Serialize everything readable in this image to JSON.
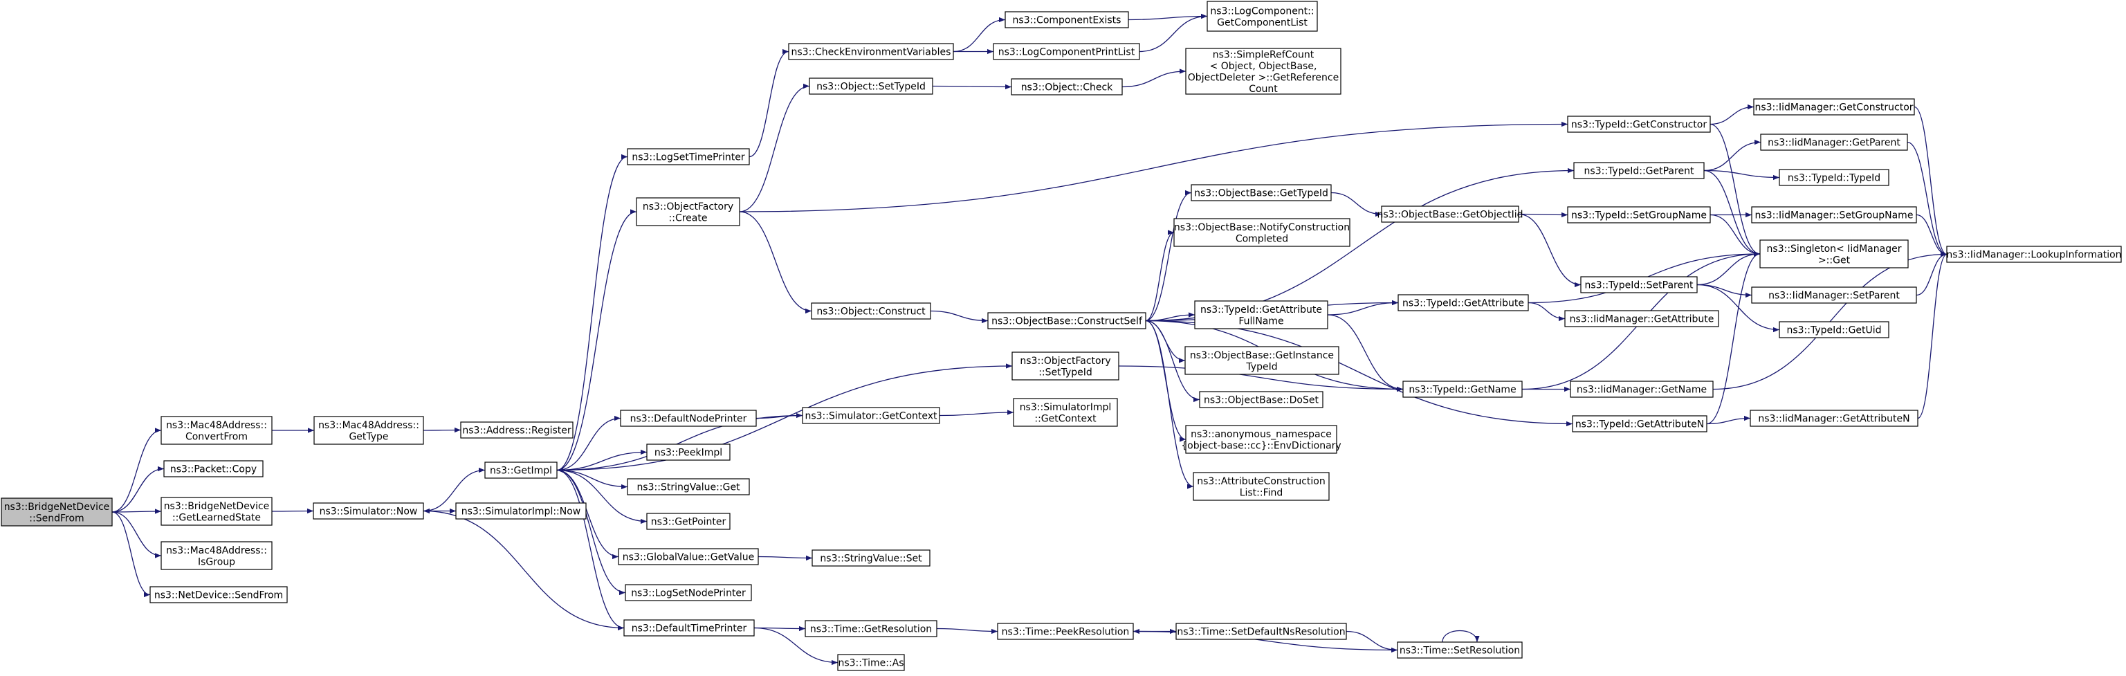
{
  "colors": {
    "edge": "#191970",
    "node_border": "#000000",
    "node_fill": "#ffffff",
    "root_fill": "#bfbfbf"
  },
  "nodes": [
    {
      "id": "sendfrom",
      "lines": [
        "ns3::BridgeNetDevice",
        "::SendFrom"
      ],
      "root": true
    },
    {
      "id": "mac_convert",
      "lines": [
        "ns3::Mac48Address::",
        "ConvertFrom"
      ]
    },
    {
      "id": "packet_copy",
      "lines": [
        "ns3::Packet::Copy"
      ]
    },
    {
      "id": "learned",
      "lines": [
        "ns3::BridgeNetDevice",
        "::GetLearnedState"
      ]
    },
    {
      "id": "mac_isgroup",
      "lines": [
        "ns3::Mac48Address::",
        "IsGroup"
      ]
    },
    {
      "id": "nd_sendfrom",
      "lines": [
        "ns3::NetDevice::SendFrom"
      ]
    },
    {
      "id": "mac_gettype",
      "lines": [
        "ns3::Mac48Address::",
        "GetType"
      ]
    },
    {
      "id": "addr_register",
      "lines": [
        "ns3::Address::Register"
      ]
    },
    {
      "id": "sim_now",
      "lines": [
        "ns3::Simulator::Now"
      ]
    },
    {
      "id": "getimpl",
      "lines": [
        "ns3::GetImpl"
      ]
    },
    {
      "id": "simimpl_now",
      "lines": [
        "ns3::SimulatorImpl::Now"
      ]
    },
    {
      "id": "logsettime",
      "lines": [
        "ns3::LogSetTimePrinter"
      ]
    },
    {
      "id": "objfac_create",
      "lines": [
        "ns3::ObjectFactory",
        "::Create"
      ]
    },
    {
      "id": "defnodeprinter",
      "lines": [
        "ns3::DefaultNodePrinter"
      ]
    },
    {
      "id": "peekimpl",
      "lines": [
        "ns3::PeekImpl"
      ]
    },
    {
      "id": "strval_get",
      "lines": [
        "ns3::StringValue::Get"
      ]
    },
    {
      "id": "getpointer",
      "lines": [
        "ns3::GetPointer"
      ]
    },
    {
      "id": "globval_getvalue",
      "lines": [
        "ns3::GlobalValue::GetValue"
      ]
    },
    {
      "id": "logsetnode",
      "lines": [
        "ns3::LogSetNodePrinter"
      ]
    },
    {
      "id": "deftimeprinter",
      "lines": [
        "ns3::DefaultTimePrinter"
      ]
    },
    {
      "id": "checkenv",
      "lines": [
        "ns3::CheckEnvironmentVariables"
      ]
    },
    {
      "id": "obj_settypeid",
      "lines": [
        "ns3::Object::SetTypeId"
      ]
    },
    {
      "id": "obj_construct",
      "lines": [
        "ns3::Object::Construct"
      ]
    },
    {
      "id": "sim_getcontext",
      "lines": [
        "ns3::Simulator::GetContext"
      ]
    },
    {
      "id": "strval_set",
      "lines": [
        "ns3::StringValue::Set"
      ]
    },
    {
      "id": "time_getres",
      "lines": [
        "ns3::Time::GetResolution"
      ]
    },
    {
      "id": "time_as",
      "lines": [
        "ns3::Time::As"
      ]
    },
    {
      "id": "compexists",
      "lines": [
        "ns3::ComponentExists"
      ]
    },
    {
      "id": "logcompprint",
      "lines": [
        "ns3::LogComponentPrintList"
      ]
    },
    {
      "id": "obj_check",
      "lines": [
        "ns3::Object::Check"
      ]
    },
    {
      "id": "objbase_constructself",
      "lines": [
        "ns3::ObjectBase::ConstructSelf"
      ]
    },
    {
      "id": "objfac_settypeid",
      "lines": [
        "ns3::ObjectFactory",
        "::SetTypeId"
      ]
    },
    {
      "id": "simimpl_getcontext",
      "lines": [
        "ns3::SimulatorImpl",
        "::GetContext"
      ]
    },
    {
      "id": "time_peekres",
      "lines": [
        "ns3::Time::PeekResolution"
      ]
    },
    {
      "id": "logcomp_getlist",
      "lines": [
        "ns3::LogComponent::",
        "GetComponentList"
      ]
    },
    {
      "id": "simplerefcount",
      "lines": [
        "ns3::SimpleRefCount",
        "< Object, ObjectBase,",
        "ObjectDeleter >::GetReference",
        "Count"
      ]
    },
    {
      "id": "objbase_gettypeid",
      "lines": [
        "ns3::ObjectBase::GetTypeId"
      ]
    },
    {
      "id": "objbase_notify",
      "lines": [
        "ns3::ObjectBase::NotifyConstruction",
        "Completed"
      ]
    },
    {
      "id": "typeid_getattrfull",
      "lines": [
        "ns3::TypeId::GetAttribute",
        "FullName"
      ]
    },
    {
      "id": "objbase_getinst",
      "lines": [
        "ns3::ObjectBase::GetInstance",
        "TypeId"
      ]
    },
    {
      "id": "objbase_doset",
      "lines": [
        "ns3::ObjectBase::DoSet"
      ]
    },
    {
      "id": "anon_envdict",
      "lines": [
        "ns3::anonymous_namespace",
        "{object-base::cc}::EnvDictionary"
      ]
    },
    {
      "id": "attrconst_find",
      "lines": [
        "ns3::AttributeConstruction",
        "List::Find"
      ]
    },
    {
      "id": "time_setdefault",
      "lines": [
        "ns3::Time::SetDefaultNsResolution"
      ]
    },
    {
      "id": "objbase_getobjiid",
      "lines": [
        "ns3::ObjectBase::GetObjectIid"
      ]
    },
    {
      "id": "typeid_getattr",
      "lines": [
        "ns3::TypeId::GetAttribute"
      ]
    },
    {
      "id": "typeid_getname",
      "lines": [
        "ns3::TypeId::GetName"
      ]
    },
    {
      "id": "time_setres",
      "lines": [
        "ns3::Time::SetResolution"
      ]
    },
    {
      "id": "typeid_getctor",
      "lines": [
        "ns3::TypeId::GetConstructor"
      ]
    },
    {
      "id": "typeid_getparent",
      "lines": [
        "ns3::TypeId::GetParent"
      ]
    },
    {
      "id": "typeid_setgroup",
      "lines": [
        "ns3::TypeId::SetGroupName"
      ]
    },
    {
      "id": "typeid_setparent",
      "lines": [
        "ns3::TypeId::SetParent"
      ]
    },
    {
      "id": "typeid_getattrn",
      "lines": [
        "ns3::TypeId::GetAttributeN"
      ]
    },
    {
      "id": "iid_getattr",
      "lines": [
        "ns3::IidManager::GetAttribute"
      ]
    },
    {
      "id": "iid_getname",
      "lines": [
        "ns3::IidManager::GetName"
      ]
    },
    {
      "id": "iid_getctor",
      "lines": [
        "ns3::IidManager::GetConstructor"
      ]
    },
    {
      "id": "iid_getparent",
      "lines": [
        "ns3::IidManager::GetParent"
      ]
    },
    {
      "id": "typeid_typeid",
      "lines": [
        "ns3::TypeId::TypeId"
      ]
    },
    {
      "id": "iid_setgroup",
      "lines": [
        "ns3::IidManager::SetGroupName"
      ]
    },
    {
      "id": "singleton_get",
      "lines": [
        "ns3::Singleton< IidManager",
        ">::Get"
      ]
    },
    {
      "id": "iid_setparent",
      "lines": [
        "ns3::IidManager::SetParent"
      ]
    },
    {
      "id": "typeid_getuid",
      "lines": [
        "ns3::TypeId::GetUid"
      ]
    },
    {
      "id": "iid_getattrn",
      "lines": [
        "ns3::IidManager::GetAttributeN"
      ]
    },
    {
      "id": "iid_lookup",
      "lines": [
        "ns3::IidManager::LookupInformation"
      ]
    }
  ],
  "edges": [
    [
      "sendfrom",
      "mac_convert"
    ],
    [
      "sendfrom",
      "packet_copy"
    ],
    [
      "sendfrom",
      "learned"
    ],
    [
      "sendfrom",
      "mac_isgroup"
    ],
    [
      "sendfrom",
      "nd_sendfrom"
    ],
    [
      "mac_convert",
      "mac_gettype"
    ],
    [
      "mac_gettype",
      "addr_register"
    ],
    [
      "learned",
      "sim_now"
    ],
    [
      "sim_now",
      "getimpl"
    ],
    [
      "sim_now",
      "simimpl_now"
    ],
    [
      "getimpl",
      "logsettime"
    ],
    [
      "getimpl",
      "objfac_create"
    ],
    [
      "getimpl",
      "defnodeprinter"
    ],
    [
      "getimpl",
      "peekimpl"
    ],
    [
      "getimpl",
      "strval_get"
    ],
    [
      "getimpl",
      "getpointer"
    ],
    [
      "getimpl",
      "globval_getvalue"
    ],
    [
      "getimpl",
      "logsetnode"
    ],
    [
      "getimpl",
      "deftimeprinter"
    ],
    [
      "getimpl",
      "objfac_settypeid"
    ],
    [
      "logsettime",
      "checkenv"
    ],
    [
      "checkenv",
      "compexists"
    ],
    [
      "checkenv",
      "logcompprint"
    ],
    [
      "compexists",
      "logcomp_getlist"
    ],
    [
      "logcompprint",
      "logcomp_getlist"
    ],
    [
      "objfac_create",
      "obj_settypeid"
    ],
    [
      "objfac_create",
      "obj_construct"
    ],
    [
      "objfac_create",
      "typeid_getctor"
    ],
    [
      "obj_settypeid",
      "obj_check"
    ],
    [
      "obj_check",
      "simplerefcount"
    ],
    [
      "obj_construct",
      "objbase_constructself"
    ],
    [
      "defnodeprinter",
      "sim_getcontext"
    ],
    [
      "sim_getcontext",
      "getimpl"
    ],
    [
      "sim_getcontext",
      "simimpl_getcontext"
    ],
    [
      "globval_getvalue",
      "strval_set"
    ],
    [
      "deftimeprinter",
      "sim_now"
    ],
    [
      "deftimeprinter",
      "time_getres"
    ],
    [
      "deftimeprinter",
      "time_as"
    ],
    [
      "time_getres",
      "time_peekres"
    ],
    [
      "time_peekres",
      "time_setdefault"
    ],
    [
      "time_setdefault",
      "time_setres"
    ],
    [
      "time_setres",
      "time_peekres"
    ],
    [
      "time_setres",
      "time_setres"
    ],
    [
      "objbase_constructself",
      "objbase_gettypeid"
    ],
    [
      "objbase_constructself",
      "objbase_notify"
    ],
    [
      "objbase_constructself",
      "typeid_getattrfull"
    ],
    [
      "objbase_constructself",
      "objbase_getinst"
    ],
    [
      "objbase_constructself",
      "objbase_doset"
    ],
    [
      "objbase_constructself",
      "anon_envdict"
    ],
    [
      "objbase_constructself",
      "attrconst_find"
    ],
    [
      "objbase_constructself",
      "typeid_getattr"
    ],
    [
      "objbase_constructself",
      "typeid_getname"
    ],
    [
      "objbase_constructself",
      "typeid_getparent"
    ],
    [
      "objbase_constructself",
      "typeid_getattrn"
    ],
    [
      "objfac_settypeid",
      "typeid_getname"
    ],
    [
      "objbase_gettypeid",
      "objbase_getobjiid"
    ],
    [
      "objbase_getobjiid",
      "typeid_setgroup"
    ],
    [
      "objbase_getobjiid",
      "typeid_setparent"
    ],
    [
      "typeid_getattrfull",
      "typeid_getattr"
    ],
    [
      "typeid_getattrfull",
      "typeid_getname"
    ],
    [
      "typeid_getattr",
      "iid_getattr"
    ],
    [
      "typeid_getattr",
      "singleton_get"
    ],
    [
      "typeid_getname",
      "iid_getname"
    ],
    [
      "typeid_getname",
      "singleton_get"
    ],
    [
      "typeid_getctor",
      "iid_getctor"
    ],
    [
      "typeid_getctor",
      "singleton_get"
    ],
    [
      "typeid_getparent",
      "iid_getparent"
    ],
    [
      "typeid_getparent",
      "typeid_typeid"
    ],
    [
      "typeid_getparent",
      "singleton_get"
    ],
    [
      "typeid_setgroup",
      "iid_setgroup"
    ],
    [
      "typeid_setgroup",
      "singleton_get"
    ],
    [
      "typeid_setparent",
      "singleton_get"
    ],
    [
      "typeid_setparent",
      "iid_setparent"
    ],
    [
      "typeid_setparent",
      "typeid_getuid"
    ],
    [
      "typeid_getattrn",
      "iid_getattrn"
    ],
    [
      "typeid_getattrn",
      "singleton_get"
    ],
    [
      "iid_getctor",
      "iid_lookup"
    ],
    [
      "iid_getparent",
      "iid_lookup"
    ],
    [
      "iid_setgroup",
      "iid_lookup"
    ],
    [
      "iid_setparent",
      "iid_lookup"
    ],
    [
      "iid_getname",
      "iid_lookup"
    ],
    [
      "iid_getattrn",
      "iid_lookup"
    ]
  ]
}
